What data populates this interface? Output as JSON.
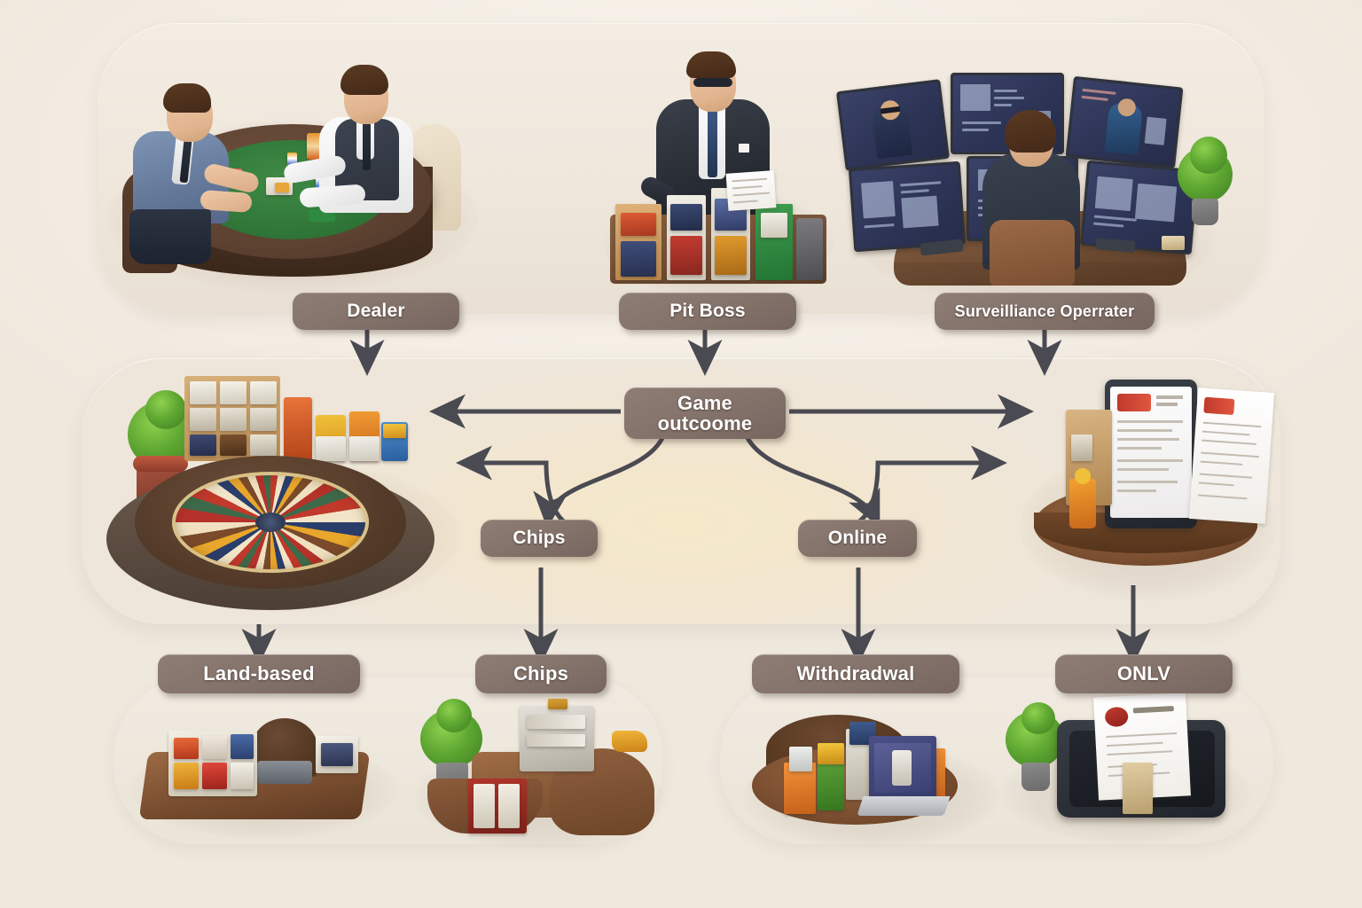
{
  "diagram": {
    "type": "flowchart",
    "theme": {
      "page_background": "#f4eee5",
      "band_background": "#efe7dc",
      "label_fill": "#85746c",
      "label_text": "#ffffff",
      "arrow_color": "#4a4a52"
    },
    "rows": [
      {
        "id": "roles",
        "nodes": [
          {
            "id": "dealer",
            "label": "Dealer",
            "scene": "poker-table-with-dealer-and-player"
          },
          {
            "id": "pit-boss",
            "label": "Pit Boss",
            "scene": "pit-boss-standing-behind-counter"
          },
          {
            "id": "surveillance",
            "label": "Surveilliance Operrater",
            "scene": "operator-at-six-monitor-security-desk"
          }
        ]
      },
      {
        "id": "outcome",
        "nodes": [
          {
            "id": "game-outcome",
            "label_line1": "Game",
            "label_line2": "outcoome",
            "label": "Game outcoome"
          },
          {
            "id": "chips-mid",
            "label": "Chips"
          },
          {
            "id": "online-mid",
            "label": "Online"
          }
        ],
        "scenes": [
          {
            "id": "roulette-floor",
            "scene": "roulette-wheel-with-merchandise-shelf-and-plant"
          },
          {
            "id": "online-device",
            "scene": "tablet-with-documents-on-wooden-podium"
          }
        ]
      },
      {
        "id": "channels",
        "nodes": [
          {
            "id": "land-based",
            "label": "Land-based",
            "scene": "cashier-counter-with-goods"
          },
          {
            "id": "chips-bottom",
            "label": "Chips",
            "scene": "chip-cabinet-with-plant"
          },
          {
            "id": "withdrawal",
            "label": "Withdradwal",
            "scene": "laptop-and-packages-on-round-table"
          },
          {
            "id": "online-bottom",
            "label": "ONLV",
            "scene": "smartphone-with-printed-document"
          }
        ]
      }
    ],
    "edges": [
      {
        "from": "dealer",
        "to": "outcome-band",
        "direction": "down"
      },
      {
        "from": "pit-boss",
        "to": "game-outcome",
        "direction": "down"
      },
      {
        "from": "surveillance",
        "to": "outcome-band",
        "direction": "down"
      },
      {
        "from": "game-outcome",
        "to": "roulette-floor",
        "direction": "left"
      },
      {
        "from": "game-outcome",
        "to": "online-device",
        "direction": "right"
      },
      {
        "from": "game-outcome",
        "to": "chips-mid",
        "direction": "down-curve"
      },
      {
        "from": "game-outcome",
        "to": "online-mid",
        "direction": "down-curve"
      },
      {
        "from": "chips-mid",
        "to": "roulette-floor",
        "direction": "left-curve"
      },
      {
        "from": "online-mid",
        "to": "online-device",
        "direction": "right-curve"
      },
      {
        "from": "roulette-floor",
        "to": "land-based",
        "direction": "down"
      },
      {
        "from": "chips-mid",
        "to": "chips-bottom",
        "direction": "down"
      },
      {
        "from": "online-mid",
        "to": "withdrawal",
        "direction": "down"
      },
      {
        "from": "online-device",
        "to": "online-bottom",
        "direction": "down"
      }
    ]
  }
}
